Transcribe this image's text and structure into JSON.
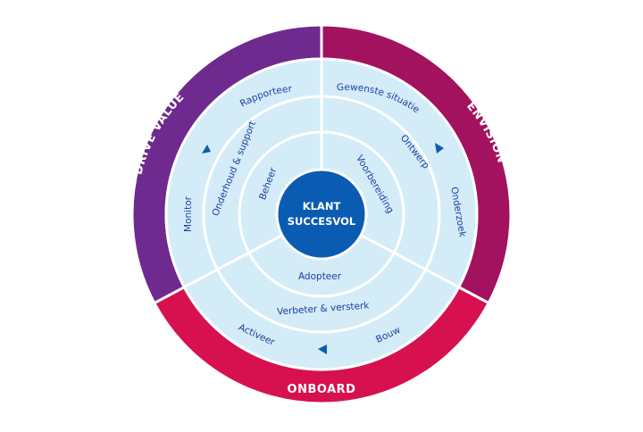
{
  "colors": {
    "drive_value": "#6e2a8e",
    "envision": "#a3125f",
    "onboard": "#d7104f",
    "ring_fill": "#d3ecf8",
    "ring_stroke": "#ffffff",
    "center": "#0a5cb3",
    "text": "#1d3f9e",
    "arrow": "#0a5cb3"
  },
  "center": {
    "line1": "KLANT",
    "line2": "SUCCESVOL"
  },
  "phases": [
    {
      "key": "envision",
      "title": "ENVISION",
      "outer_label": "Gewenste situatie",
      "outer_label2": "Onderzoek",
      "middle_label": "Ontwerp",
      "inner_label": "Voorbereiding"
    },
    {
      "key": "onboard",
      "title": "ONBOARD",
      "outer_label": "Bouw",
      "outer_label2": "Activeer",
      "middle_label": "Verbeter & versterk",
      "inner_label": "Adopteer"
    },
    {
      "key": "drive_value",
      "title": "DRIVE VALUE",
      "outer_label": "Monitor",
      "outer_label2": "Rapporteer",
      "middle_label": "Onderhoud & support",
      "inner_label": "Beheer"
    }
  ],
  "icons": [
    "direction-arrow-icon",
    "direction-arrow-icon",
    "direction-arrow-icon"
  ]
}
